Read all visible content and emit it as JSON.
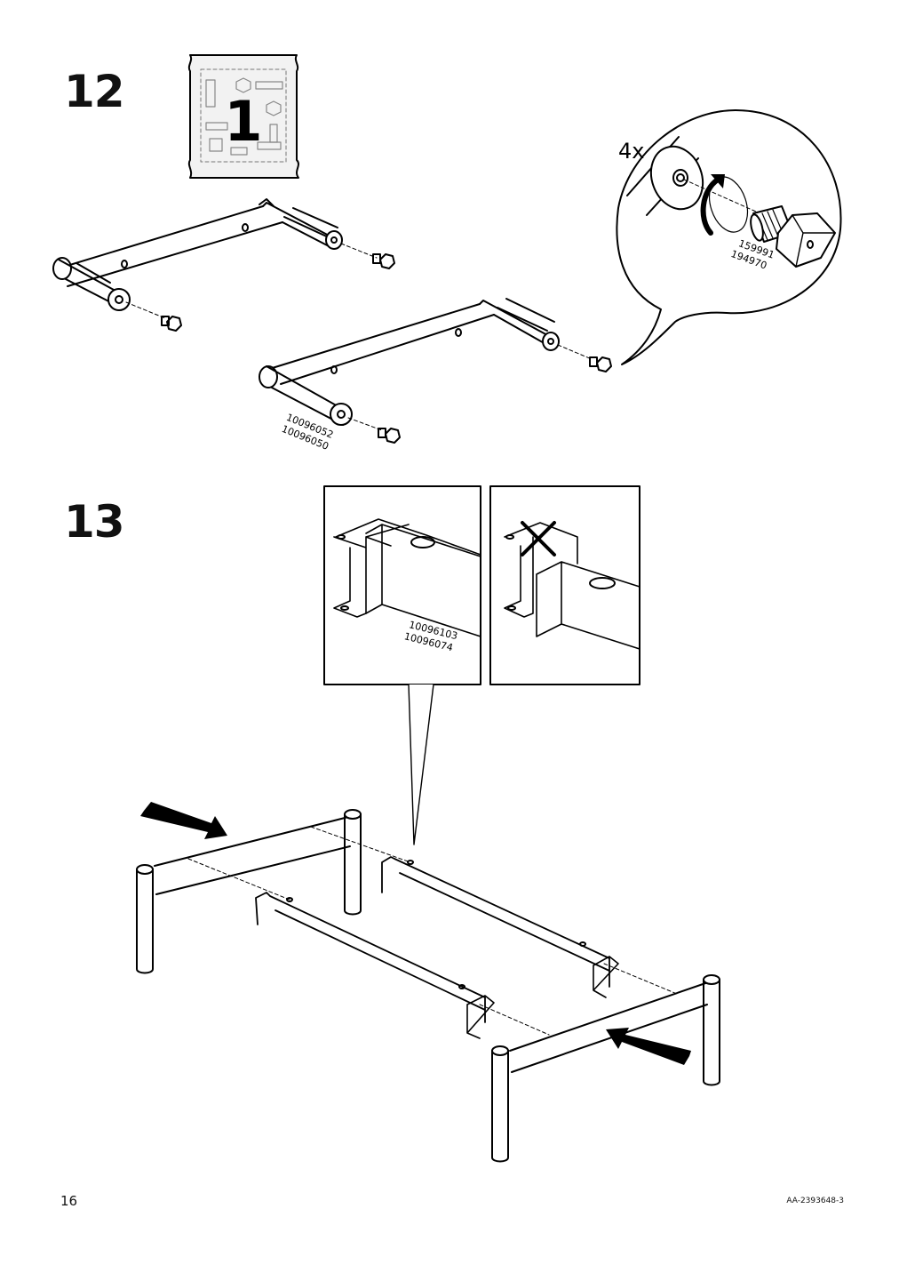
{
  "steps": [
    {
      "number": "12",
      "bag_number": "1",
      "quantity": "4x",
      "part_numbers_screw": [
        "159991",
        "194970"
      ],
      "part_numbers_frame": [
        "10096052",
        "10096050"
      ]
    },
    {
      "number": "13",
      "part_numbers_rail": [
        "10096103",
        "10096074"
      ]
    }
  ],
  "footer": {
    "page_number": "16",
    "document_code": "AA-2393648-3"
  }
}
